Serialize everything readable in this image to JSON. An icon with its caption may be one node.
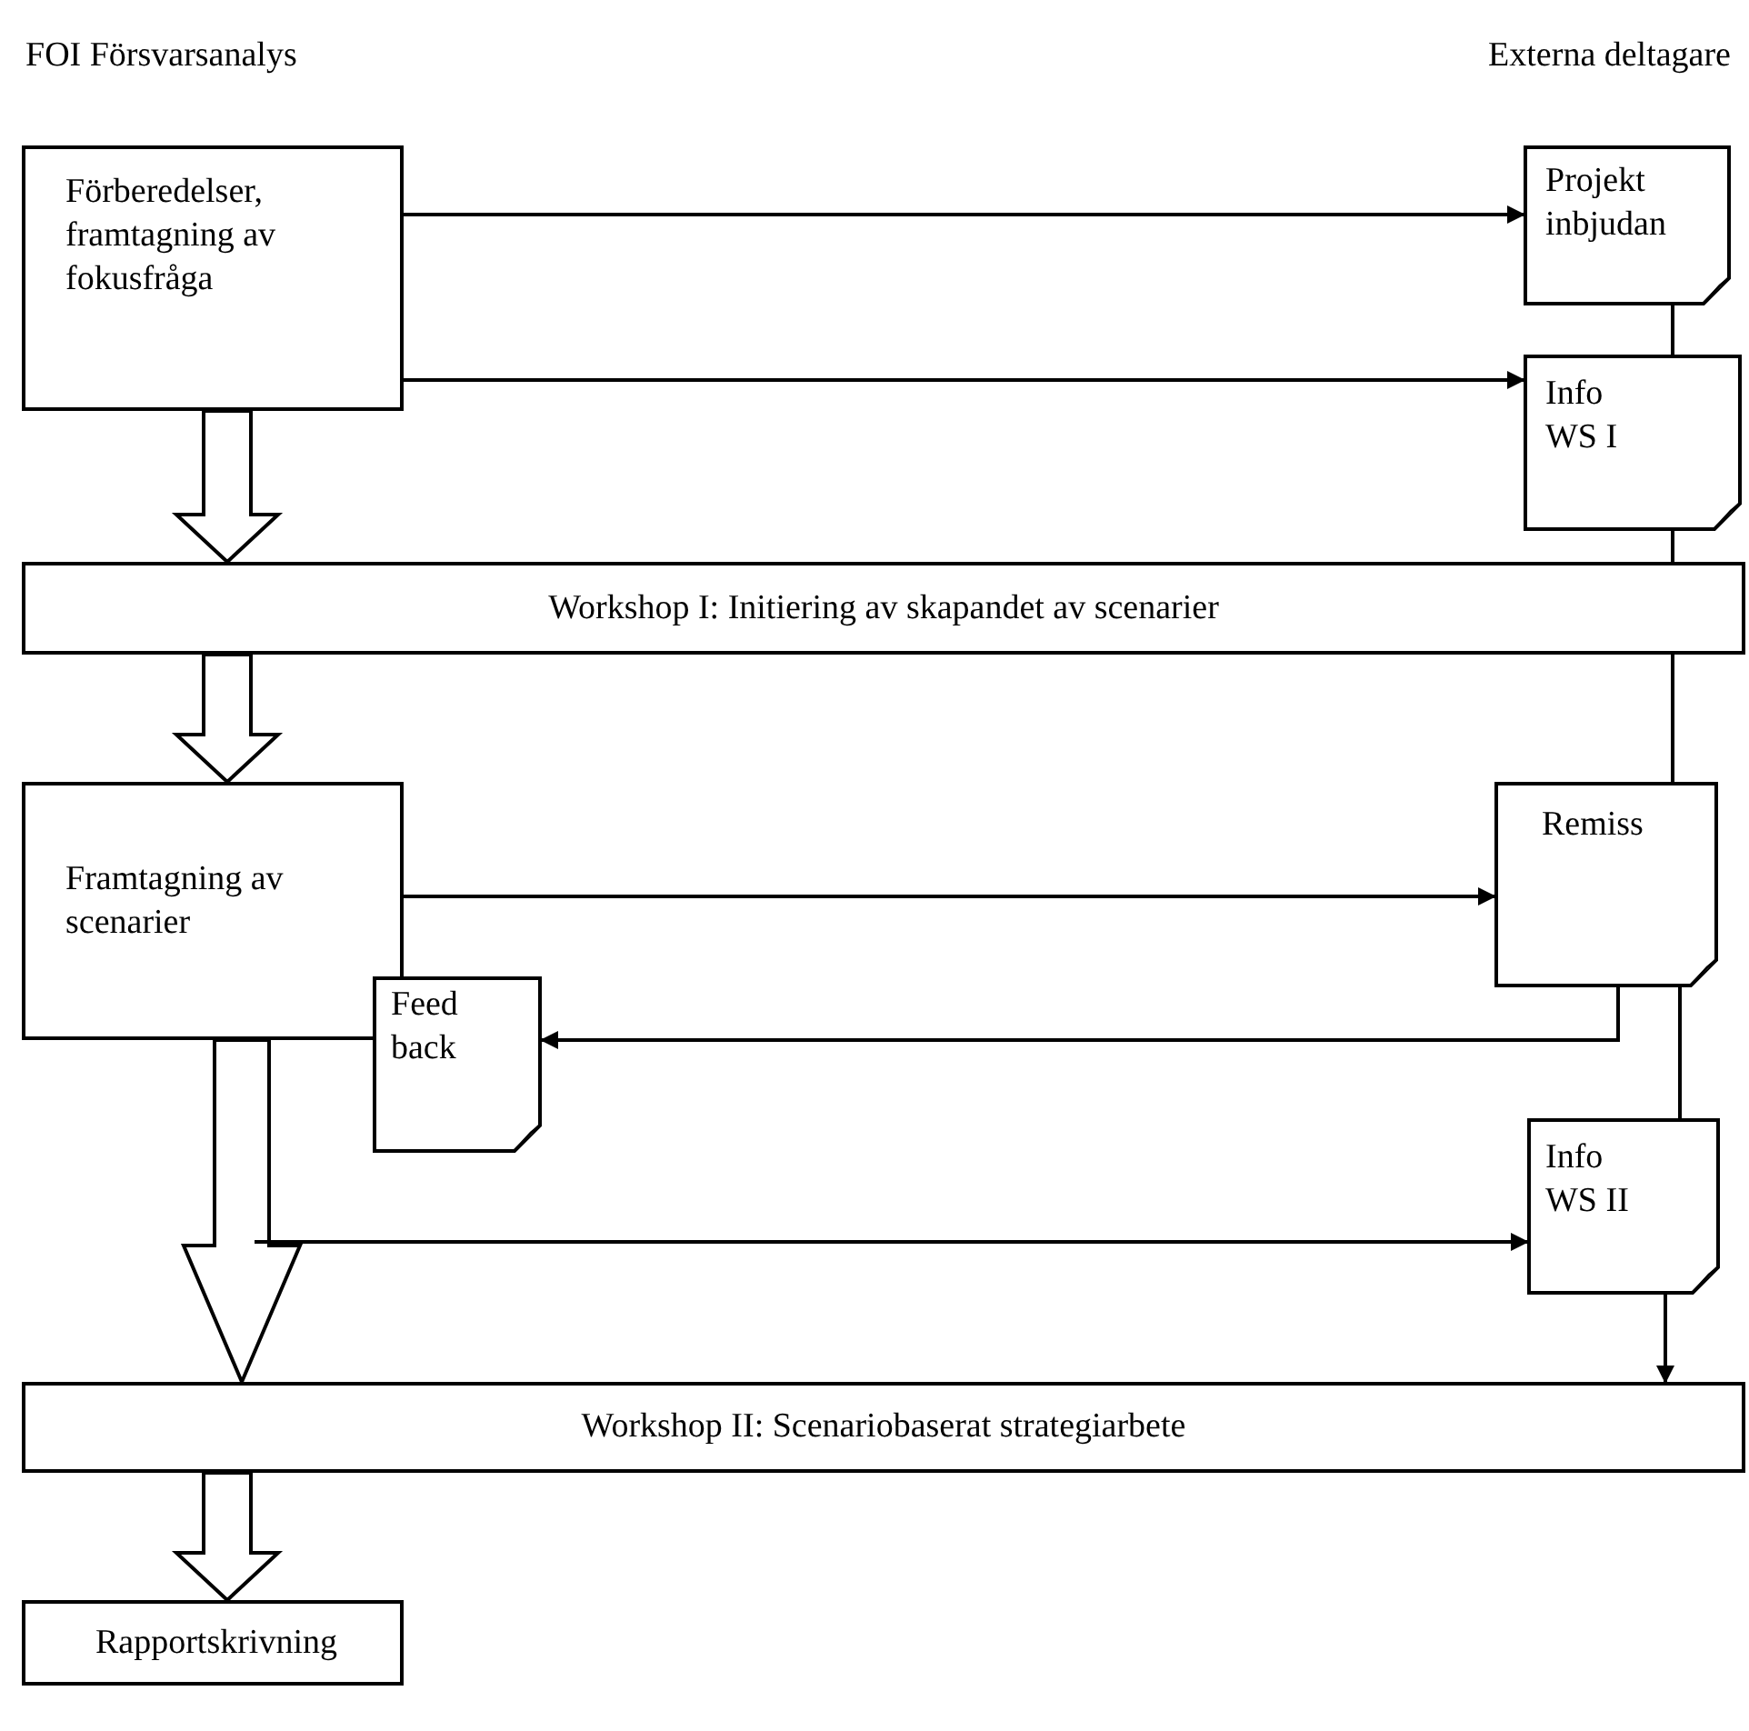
{
  "diagram": {
    "nodes": [
      {
        "text": [
          "Förberedelser, framtagning av fokusfråga"
        ]
      },
      {
        "text": [
          "Projekt inbjudan"
        ]
      },
      {
        "text": [
          "Info WS I"
        ]
      },
      {
        "text": [
          "Workshop I: Initiering av skapandet av scenarier"
        ]
      },
      {
        "text": [
          "Framtagning av scenarier"
        ]
      },
      {
        "text": [
          "Remiss"
        ]
      },
      {
        "text": [
          "Feed back"
        ]
      },
      {
        "text": [
          "Info WS II"
        ]
      },
      {
        "text": [
          "Workshop II: Scenariobaserat strategiarbete"
        ]
      },
      {
        "text": [
          "Rapportskrivning"
        ]
      }
    ],
    "edges": [
      {
        "from": 0,
        "to": 1,
        "arrow": "to"
      },
      {
        "from": 0,
        "to": 2,
        "arrow": "to"
      },
      {
        "from": 1,
        "to": 2,
        "arrow": "none"
      },
      {
        "from": 2,
        "to": 3,
        "arrow": "none"
      },
      {
        "from": 0,
        "to": 3,
        "arrow": "to",
        "style": "thick"
      },
      {
        "from": 3,
        "to": 4,
        "arrow": "to",
        "style": "thick"
      },
      {
        "from": 3,
        "to": 5,
        "arrow": "none"
      },
      {
        "from": 4,
        "to": 5,
        "arrow": "to"
      },
      {
        "from": 5,
        "to": 6,
        "arrow": "to"
      },
      {
        "from": 5,
        "to": 7,
        "arrow": "none"
      },
      {
        "from": 4,
        "to": 8,
        "arrow": "to",
        "style": "thick"
      },
      {
        "from": null,
        "to": 7,
        "arrow": "to"
      },
      {
        "from": 7,
        "to": 8,
        "arrow": "to"
      },
      {
        "from": 8,
        "to": 9,
        "arrow": "to",
        "style": "thick"
      }
    ],
    "labels": [
      "FOI Försvarsanalys",
      "Externa deltagare"
    ]
  }
}
